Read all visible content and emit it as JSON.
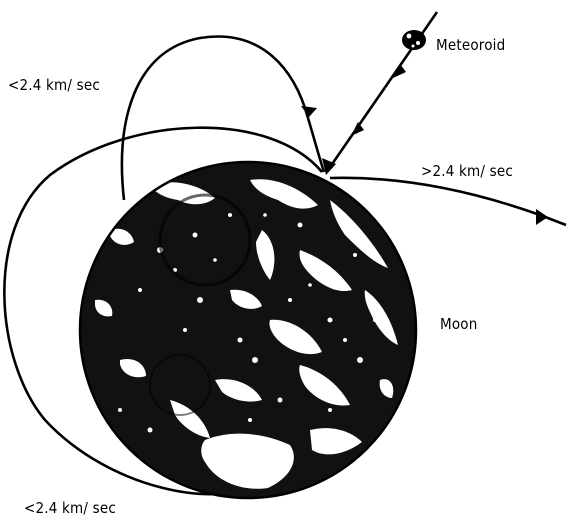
{
  "labels": {
    "meteoroid": "Meteoroid",
    "moon": "Moon",
    "orbit_top_left": "<2.4 km/ sec",
    "escape_right": ">2.4 km/ sec",
    "orbit_bottom": "<2.4 km/ sec"
  },
  "colors": {
    "ink": "#000000",
    "paper": "#ffffff"
  }
}
